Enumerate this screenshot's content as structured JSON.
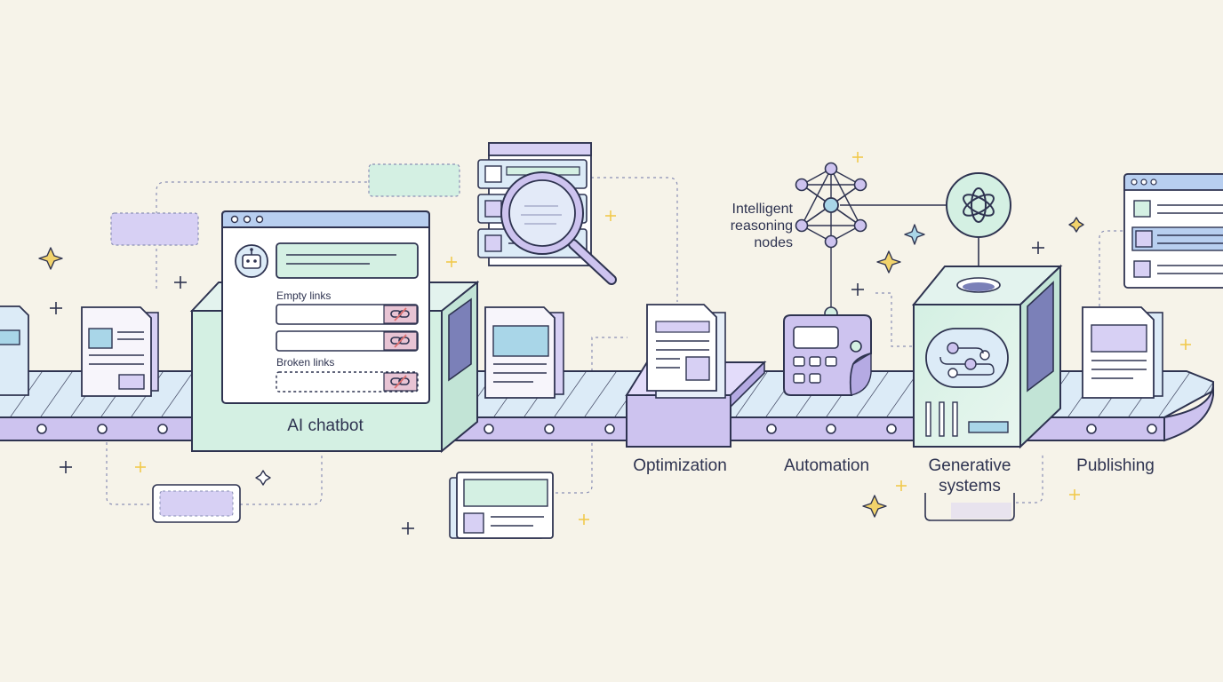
{
  "chatbot": {
    "title": "AI chatbot",
    "empty_links_label": "Empty links",
    "broken_links_label": "Broken links"
  },
  "reasoning": {
    "line1": "Intelligent",
    "line2": "reasoning",
    "line3": "nodes"
  },
  "stages": {
    "optimization": "Optimization",
    "automation": "Automation",
    "generative_line1": "Generative",
    "generative_line2": "systems",
    "publishing": "Publishing"
  },
  "colors": {
    "background": "#f6f3e9",
    "ink": "#2e3350",
    "mint": "#d4f0e3",
    "lavender": "#d7d0f4",
    "light_blue": "#dcebf7",
    "chrome_blue": "#b8cff0",
    "broken_red": "#e07070",
    "sparkle_yellow": "#f2c94c"
  }
}
